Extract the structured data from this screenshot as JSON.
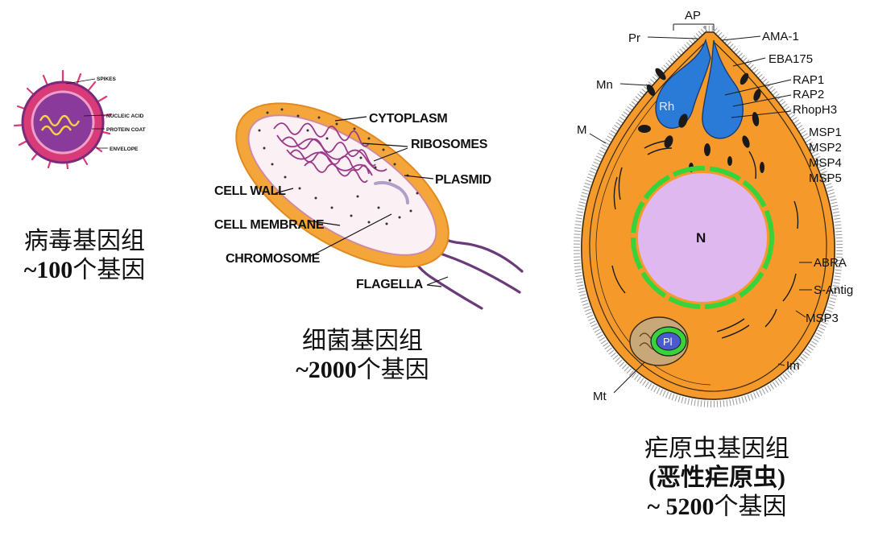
{
  "virus": {
    "labels": {
      "spikes": "SPIKES",
      "nucleic_acid": "NUCLEIC ACID",
      "protein_coat": "PROTEIN COAT",
      "envelope": "ENVELOPE"
    },
    "caption_title": "病毒基因组",
    "caption_tilde": "~",
    "caption_count": "100",
    "caption_unit": "个基因"
  },
  "bacterium": {
    "labels": {
      "cytoplasm": "CYTOPLASM",
      "ribosomes": "RIBOSOMES",
      "plasmid": "PLASMID",
      "cell_wall": "CELL WALL",
      "cell_membrane": "CELL MEMBRANE",
      "chromosome": "CHROMOSOME",
      "flagella": "FLAGELLA"
    },
    "caption_title": "细菌基因组",
    "caption_tilde": "~",
    "caption_count": "2000",
    "caption_unit": "个基因"
  },
  "parasite": {
    "labels": {
      "ap": "AP",
      "pr": "Pr",
      "ama1": "AMA-1",
      "eba175": "EBA175",
      "mn": "Mn",
      "rap1": "RAP1",
      "rap2": "RAP2",
      "rhoph3": "RhopH3",
      "rh": "Rh",
      "m": "M",
      "msp1": "MSP1",
      "msp2": "MSP2",
      "msp4": "MSP4",
      "msp5": "MSP5",
      "n": "N",
      "abra": "ABRA",
      "s_antigen": "S-Antig",
      "msp3": "MSP3",
      "pl": "Pl",
      "im": "Im",
      "mt": "Mt"
    },
    "caption_title": "疟原虫基因组",
    "caption_sub": "(恶性疟原虫)",
    "caption_tilde": "~ ",
    "caption_count": "5200",
    "caption_unit": "个基因"
  },
  "colors": {
    "virus_body": "#d93a78",
    "virus_envelope": "#7a2a7a",
    "bacteria_wall": "#f4a63a",
    "bacteria_cytoplasm": "#fbf0f4",
    "chromosome": "#9a3a8a",
    "flagella": "#6a3a7a",
    "parasite_body": "#f59a2a",
    "rhoptry": "#2a7ad8",
    "nucleus": "#e0b8f0",
    "nuclear_envelope": "#3ad23a",
    "plastid": "#4a5ad0"
  }
}
